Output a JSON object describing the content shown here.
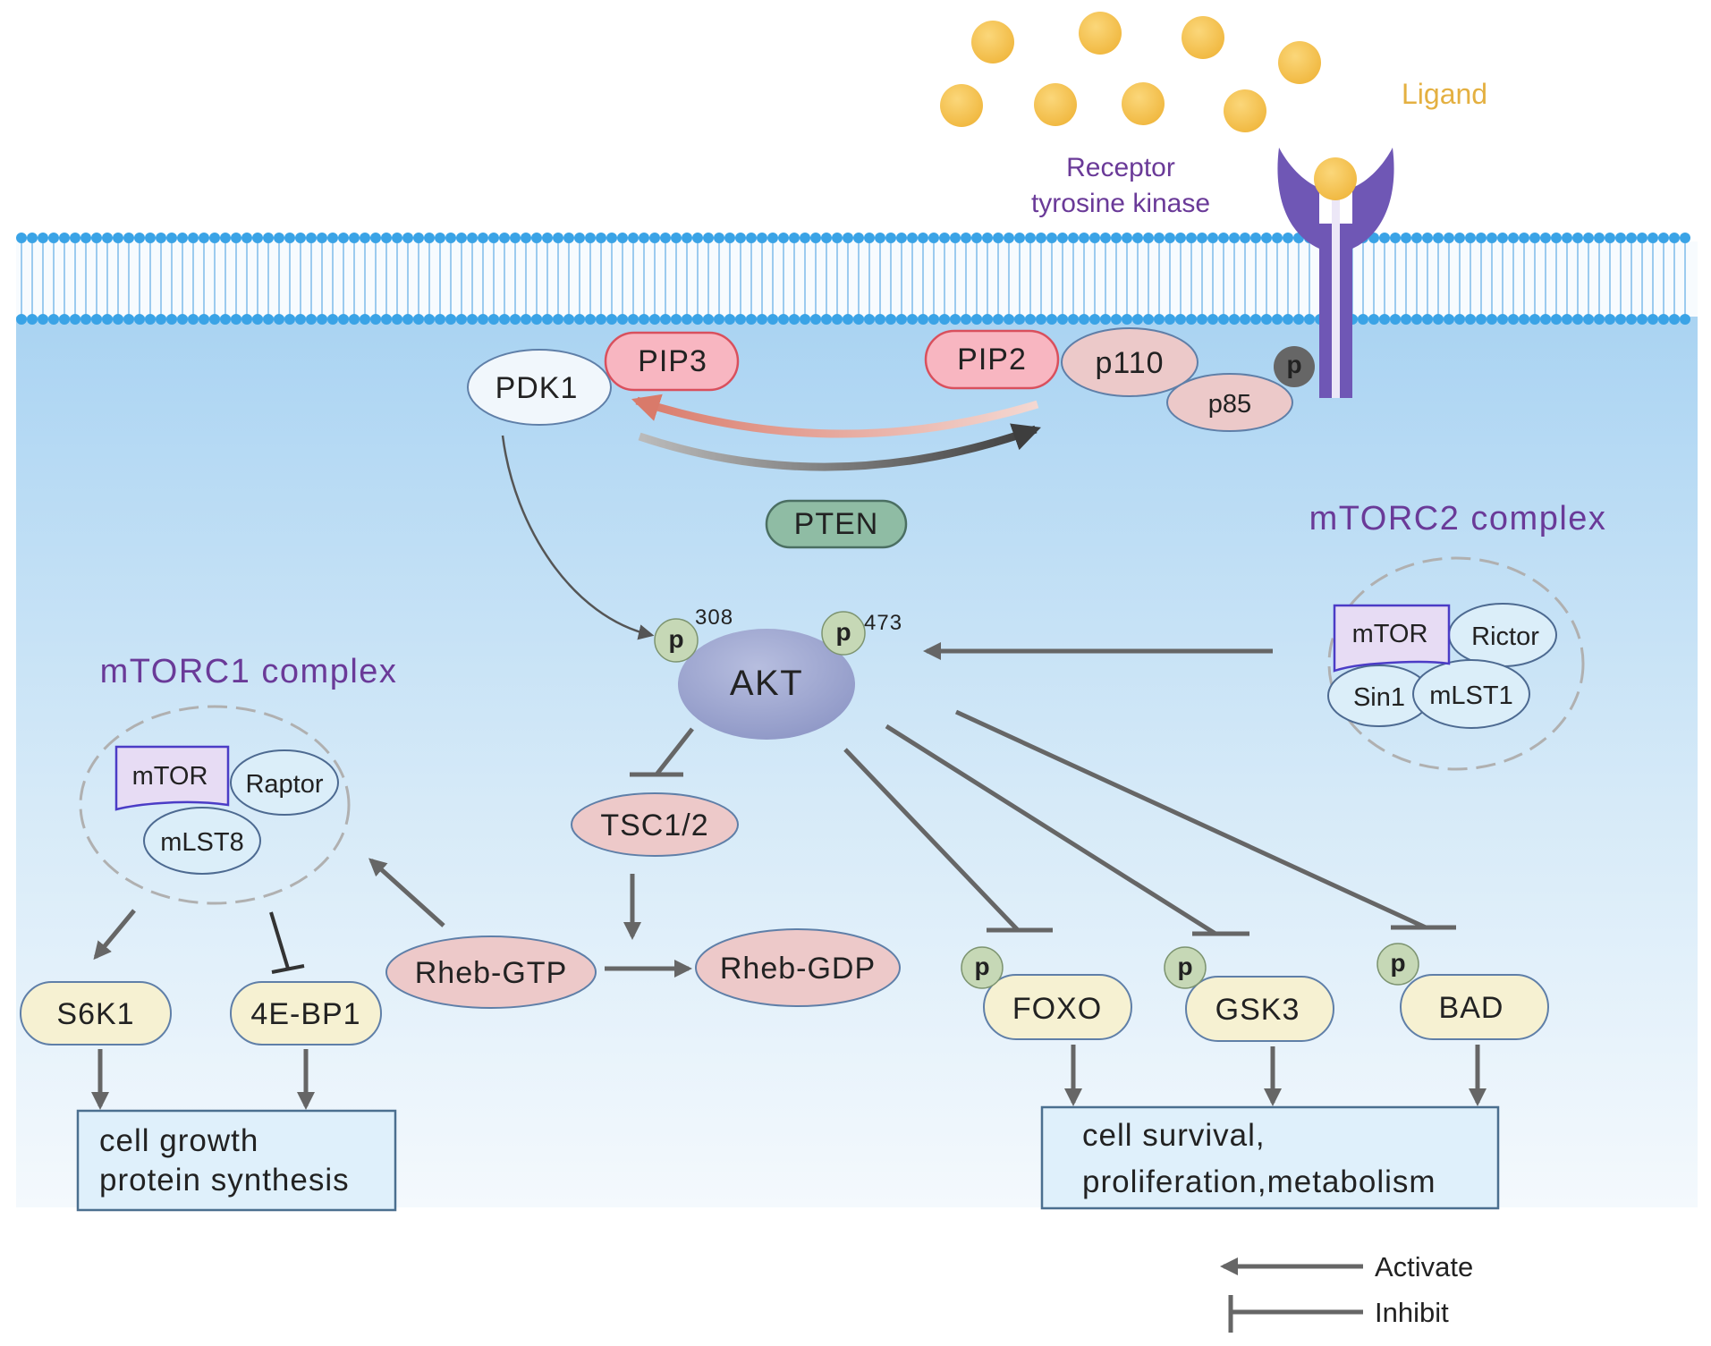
{
  "colors": {
    "cell_gradient_top": "#a9d3f2",
    "cell_gradient_bottom": "#f4f9fd",
    "membrane_head": "#3aa3e6",
    "ligand": "#f5c04a",
    "ligand_label": "#e4b041",
    "receptor": "#6f57b5",
    "complex_title": "#6a3a98",
    "pip": "#f8b6c1",
    "pdk1": "#f1f7fc",
    "p110_p85": "#ecc9c9",
    "pten": "#8fbca4",
    "akt": "#9fa8d0",
    "tsc_rheb": "#edc9c9",
    "mtor": "#e7dcf4",
    "raptor_rictor": "#dbeef9",
    "target_protein": "#f6f1d2",
    "phospho": "#c6d8b6",
    "arrow": "#666666",
    "outcome_box": "#dff0fb"
  },
  "labels": {
    "ligand": "Ligand",
    "receptor_line1": "Receptor",
    "receptor_line2": "tyrosine kinase",
    "pdk1": "PDK1",
    "pip3": "PIP3",
    "pip2": "PIP2",
    "p110": "p110",
    "p85": "p85",
    "receptor_p": "p",
    "pten": "PTEN",
    "akt": "AKT",
    "akt_p308": "p",
    "akt_site308": "308",
    "akt_p473": "p",
    "akt_site473": "473",
    "tsc": "TSC1/2",
    "rheb_gtp": "Rheb-GTP",
    "rheb_gdp": "Rheb-GDP",
    "s6k1": "S6K1",
    "ebp1": "4E-BP1",
    "foxo": "FOXO",
    "gsk3": "GSK3",
    "bad": "BAD",
    "foxo_p": "p",
    "gsk3_p": "p",
    "bad_p": "p"
  },
  "mtorc1": {
    "title": "mTORC1 complex",
    "mtor": "mTOR",
    "raptor": "Raptor",
    "mlst8": "mLST8"
  },
  "mtorc2": {
    "title": "mTORC2 complex",
    "mtor": "mTOR",
    "rictor": "Rictor",
    "sin1": "Sin1",
    "mlst1": "mLST1"
  },
  "outcomes": {
    "growth_line1": "cell growth",
    "growth_line2": "protein synthesis",
    "survival_line1": "cell survival,",
    "survival_line2": "proliferation,metabolism"
  },
  "legend": {
    "activate": "Activate",
    "inhibit": "Inhibit"
  }
}
